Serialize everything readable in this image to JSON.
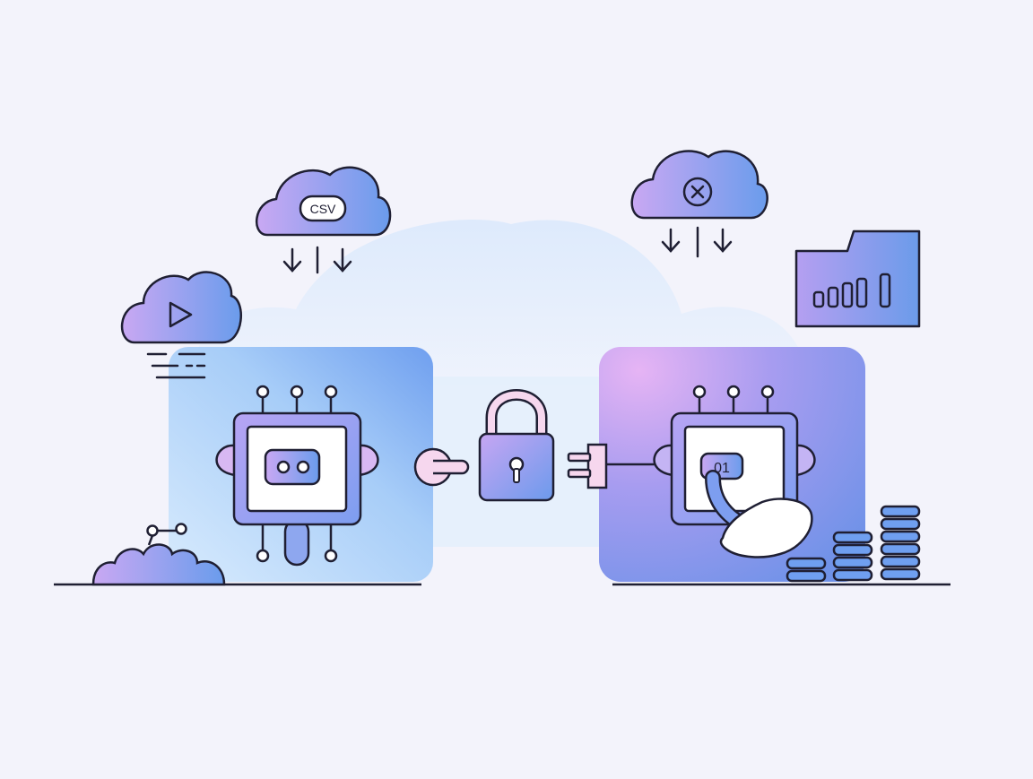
{
  "scene": {
    "csv_cloud_label": "CSV",
    "chip_screen_label": "01",
    "icons": [
      "backdrop-cloud",
      "upload-cloud-play-icon",
      "csv-cloud-icon",
      "error-cloud-icon",
      "folder-chart-icon",
      "left-robot-chip",
      "right-robot-chip",
      "padlock-icon",
      "socket-plug-icon",
      "prong-plug-icon",
      "cloud-shrub-icon",
      "node-link-icon",
      "coin-stack-icon"
    ]
  },
  "colors": {
    "background": "#f3f3fb",
    "outline": "#1f1f33",
    "blue": "#6b9bea",
    "violet": "#b19cf2",
    "light_blue": "#cfe3fb",
    "pink": "#f6d7ee"
  }
}
